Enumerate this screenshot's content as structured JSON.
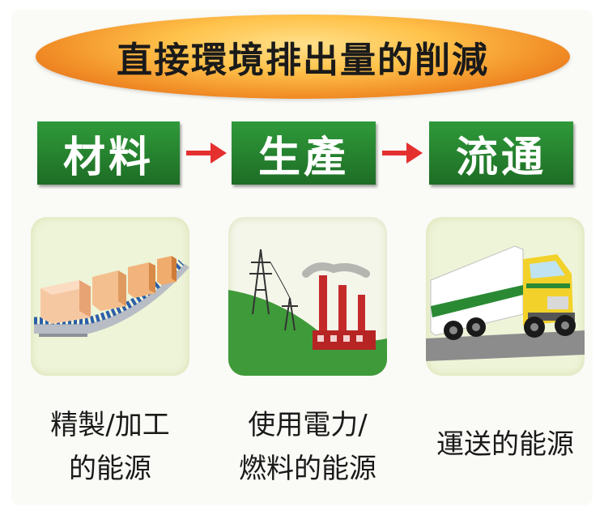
{
  "title": "直接環境排出量的削減",
  "steps": [
    {
      "label": "材料",
      "caption_lines": [
        "精製/加工",
        "的能源"
      ],
      "icon": "conveyor-boxes-icon"
    },
    {
      "label": "生產",
      "caption_lines": [
        "使用電力/",
        "燃料的能源"
      ],
      "icon": "power-plant-icon"
    },
    {
      "label": "流通",
      "caption_lines": [
        "運送的能源"
      ],
      "icon": "truck-icon"
    }
  ],
  "colors": {
    "step_green": "#2a8a34",
    "arrow_red": "#e53030",
    "title_orange": "#f08a24",
    "tile_bg": "#eef4d8"
  }
}
